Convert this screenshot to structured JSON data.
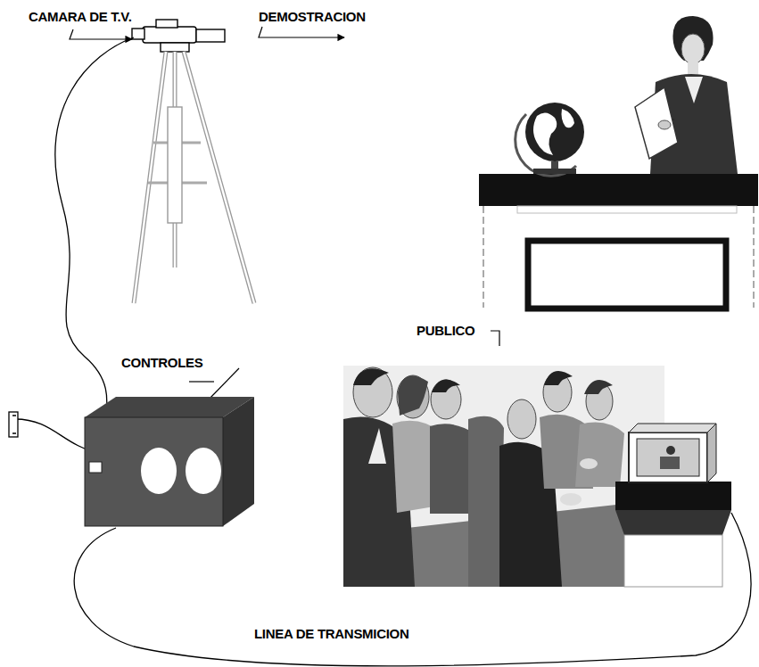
{
  "diagram": {
    "labels": [
      "CAMARA DE T.V.",
      "DEMOSTRACION",
      "CONTROLES",
      "PUBLICO",
      "LINEA DE TRANSMICION"
    ]
  }
}
